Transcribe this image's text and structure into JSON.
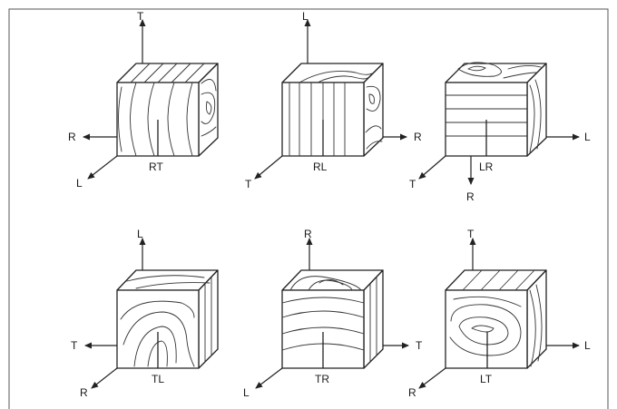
{
  "specimens": [
    {
      "code": "RT",
      "axis_labels": {
        "up": "T",
        "left": "R",
        "diag": "L"
      }
    },
    {
      "code": "RL",
      "axis_labels": {
        "up": "L",
        "right": "R",
        "diag": "T"
      }
    },
    {
      "code": "LR",
      "axis_labels": {
        "down": "R",
        "right": "L",
        "diag": "T"
      }
    },
    {
      "code": "TL",
      "axis_labels": {
        "up": "L",
        "left": "T",
        "diag": "R"
      }
    },
    {
      "code": "TR",
      "axis_labels": {
        "up": "R",
        "right": "T",
        "diag": "L"
      }
    },
    {
      "code": "LT",
      "axis_labels": {
        "up": "T",
        "right": "L",
        "diag": "R"
      }
    }
  ]
}
